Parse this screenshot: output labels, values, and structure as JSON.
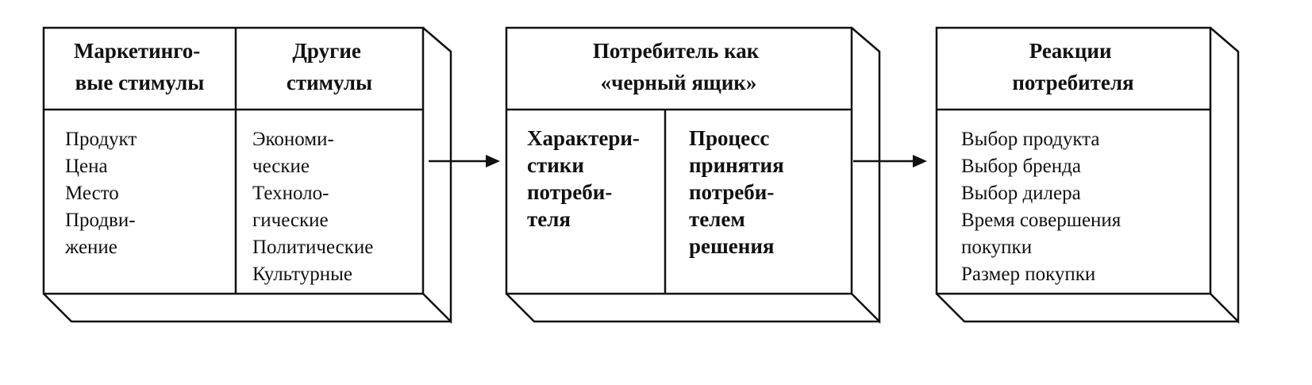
{
  "box1": {
    "col1": {
      "header": [
        "Маркетинго-",
        "вые стимулы"
      ],
      "items": [
        "Продукт",
        "Цена",
        "Место",
        "Продви-",
        "жение"
      ]
    },
    "col2": {
      "header": [
        "Другие",
        "стимулы"
      ],
      "items": [
        "Экономи-",
        "ческие",
        "Техноло-",
        "гические",
        "Политические",
        "Культурные"
      ]
    }
  },
  "box2": {
    "header": [
      "Потребитель как",
      "«черный ящик»"
    ],
    "col1": {
      "items": [
        "Характери-",
        "стики",
        "потреби-",
        "теля"
      ]
    },
    "col2": {
      "items": [
        "Процесс",
        "принятия",
        "потреби-",
        "телем",
        "решения"
      ]
    }
  },
  "box3": {
    "header": [
      "Реакции",
      "потребителя"
    ],
    "items": [
      "Выбор продукта",
      "Выбор бренда",
      "Выбор дилера",
      "Время совершения",
      "покупки",
      "Размер покупки"
    ]
  }
}
